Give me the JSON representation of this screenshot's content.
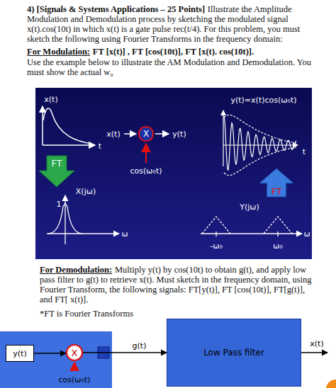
{
  "diagram": {
    "nodes": [
      {
        "text": [
          "X"
        ]
      },
      {
        "text": [
          "FT"
        ]
      },
      {
        "text": [
          "FT"
        ]
      },
      {
        "text": [
          "y(t)"
        ]
      },
      {
        "text": [
          "X"
        ]
      },
      {
        "text": [
          "Low Pass filter"
        ]
      }
    ],
    "edges": [
      {
        "from": 3,
        "to": 4,
        "arrow": "to"
      },
      {
        "from": 4,
        "to": 5,
        "label": "g(t)",
        "arrow": "to"
      }
    ],
    "labels": [
      "4) [Signals & Systems Applications – 25 Points]",
      "Illustrate the Amplitude Modulation and Demodulation process by sketching the modulated signal x(t).cos(10t) in which x(t) is a gate pulse rec(t/4). For this problem, you must sketch the following using Fourier Transforms in the frequency domain:",
      "For Modulation:",
      "FT [x(t)] , FT [cos(10t)], FT [x(t). cos(10t)].",
      "Use the example below to illustrate the AM Modulation and Demodulation. You must show the actual w₀",
      "x(t)",
      "t",
      "x(t)",
      "y(t)",
      "cos(ω₀t)",
      "y(t)=x(t)cos(ω₀t)",
      "t",
      "X(jω)",
      "1",
      "ω",
      "Y(jω)",
      "-ω₀",
      "ω₀",
      "ω",
      "For Demodulation:",
      "Multiply y(t) by cos(10t) to obtain g(t), and apply low pass filter to g(t) to retrieve x(t). Must sketch in the frequency domain, using Fourier Transform, the following signals: FT[y(t)], FT [cos(10t)], FT[g(t)], and FT[ x(t)].",
      "*FT is Fourier Transforms",
      "cos(ω₀t)",
      "x(t)"
    ]
  }
}
